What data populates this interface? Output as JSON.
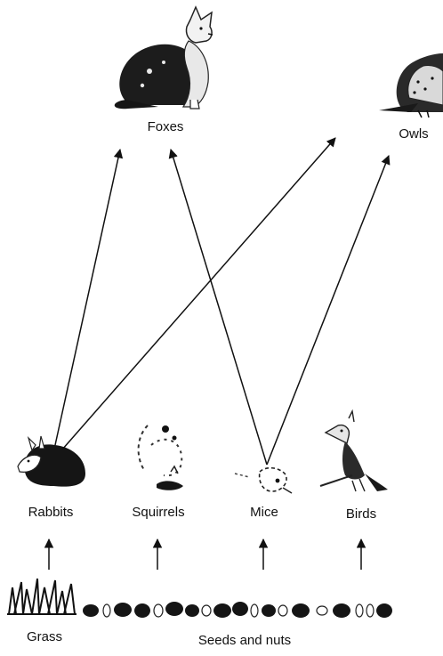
{
  "organisms": {
    "foxes": "Foxes",
    "owls": "Owls",
    "rabbits": "Rabbits",
    "squirrels": "Squirrels",
    "mice": "Mice",
    "birds": "Birds",
    "grass": "Grass",
    "seeds_and_nuts": "Seeds and nuts"
  },
  "food_web_links": [
    {
      "from": "Grass",
      "to": "Rabbits"
    },
    {
      "from": "Seeds and nuts",
      "to": "Squirrels"
    },
    {
      "from": "Seeds and nuts",
      "to": "Mice"
    },
    {
      "from": "Seeds and nuts",
      "to": "Birds"
    },
    {
      "from": "Rabbits",
      "to": "Foxes"
    },
    {
      "from": "Rabbits",
      "to": "Owls"
    },
    {
      "from": "Mice",
      "to": "Foxes"
    },
    {
      "from": "Mice",
      "to": "Owls"
    }
  ],
  "icons": [
    "fox-icon",
    "owl-icon",
    "rabbit-icon",
    "squirrel-icon",
    "mouse-icon",
    "bird-icon",
    "grass-icon",
    "seed-icon",
    "nut-icon"
  ],
  "colors": {
    "ink": "#111111",
    "background": "#ffffff"
  }
}
